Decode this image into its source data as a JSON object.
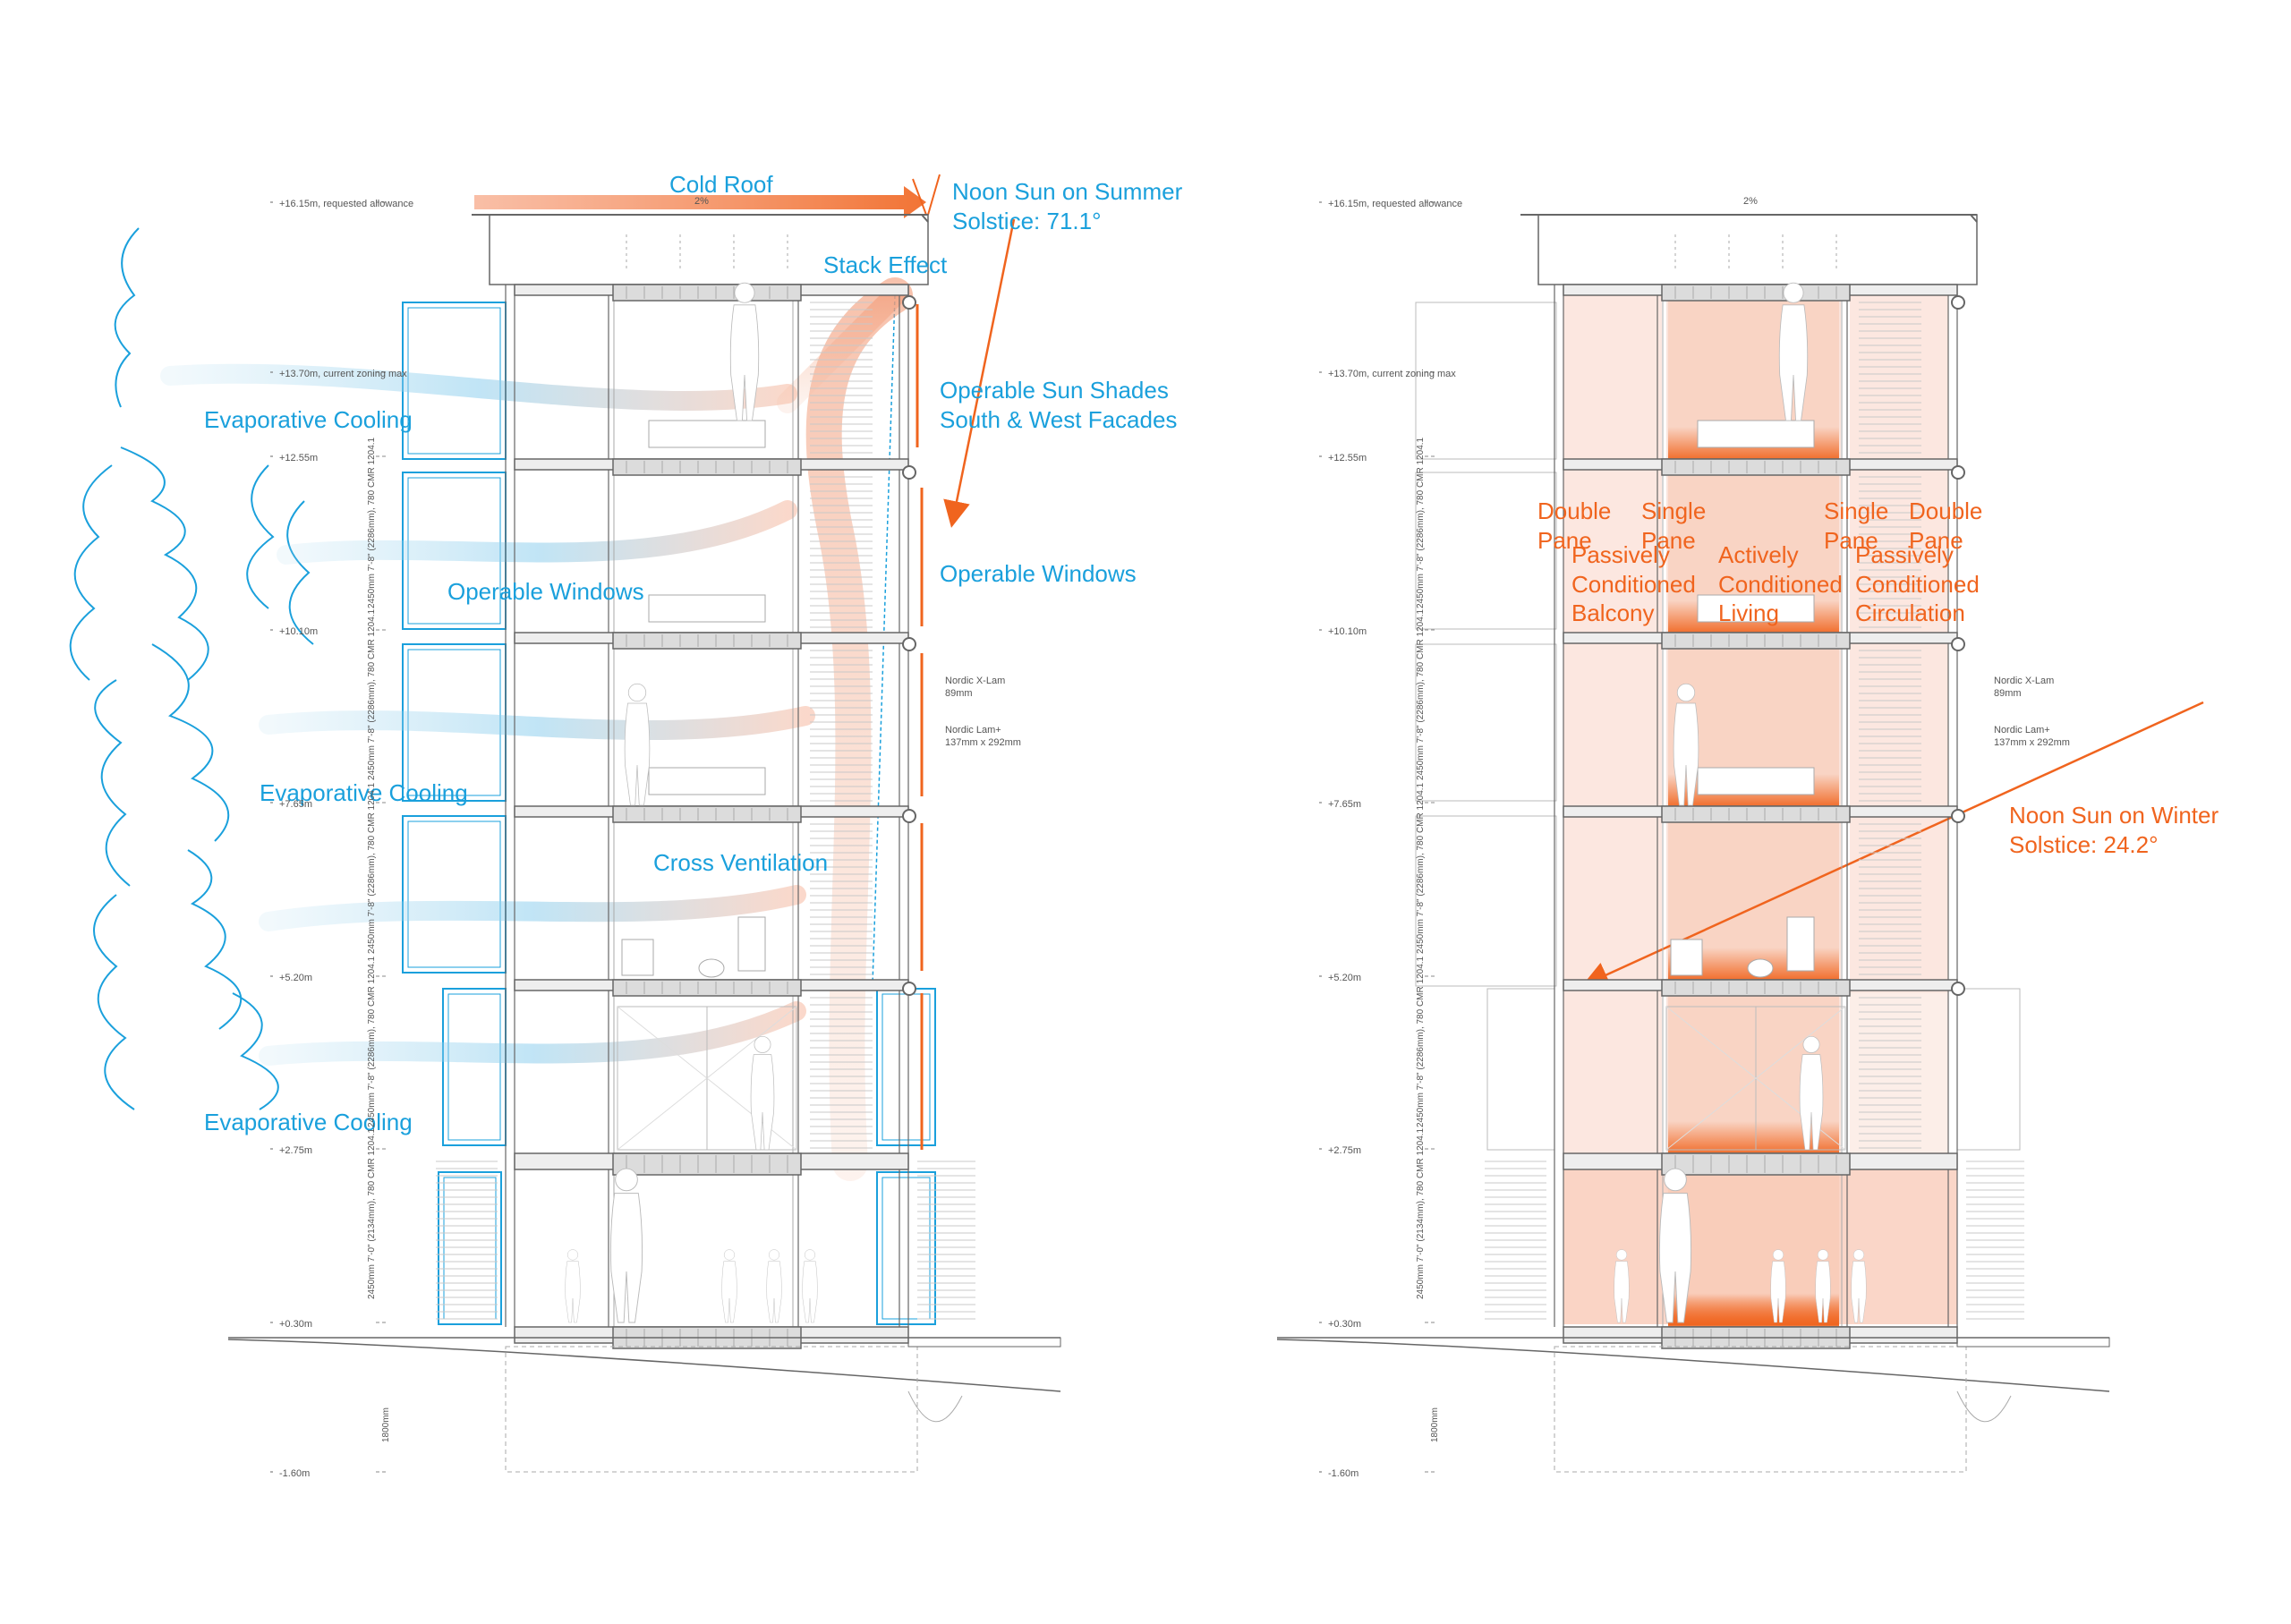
{
  "left_section": {
    "labels": {
      "cold_roof": "Cold Roof",
      "noon_sun_summer": "Noon Sun on Summer\nSolstice: 71.1°",
      "stack_effect": "Stack Effect",
      "operable_sun_shades": "Operable Sun Shades\nSouth & West Facades",
      "evaporative_cooling_1": "Evaporative Cooling",
      "operable_windows_left": "Operable Windows",
      "operable_windows_right": "Operable Windows",
      "evaporative_cooling_2": "Evaporative Cooling",
      "cross_ventilation": "Cross Ventilation",
      "evaporative_cooling_3": "Evaporative Cooling"
    },
    "roof_slope": "2%"
  },
  "right_section": {
    "labels": {
      "double_pane_left": "Double\nPane",
      "single_pane_left": "Single\nPane",
      "single_pane_right": "Single\nPane",
      "double_pane_right": "Double\nPane",
      "passively_conditioned_balcony": "Passively\nConditioned\nBalcony",
      "actively_conditioned_living": "Actively\nConditioned\nLiving",
      "passively_conditioned_circulation": "Passively\nConditioned\nCirculation",
      "noon_sun_winter": "Noon Sun on Winter\nSolstice: 24.2°"
    },
    "roof_slope": "2%"
  },
  "level_marks": [
    "+16.15m, requested allowance",
    "+13.70m, current zoning max",
    "+12.55m",
    "+10.10m",
    "+7.65m",
    "+5.20m",
    "+2.75m",
    "+0.30m",
    "-1.60m"
  ],
  "floor_heights": [
    "2450mm\n7'-8\" (2286mm), 780 CMR 1204.1",
    "2450mm\n7'-8\" (2286mm), 780 CMR 1204.1",
    "2450mm\n7'-8\" (2286mm), 780 CMR 1204.1",
    "2450mm\n7'-8\" (2286mm), 780 CMR 1204.1",
    "2450mm\n7'-0\" (2134mm), 780 CMR 1204.1"
  ],
  "foundation_height": "1800mm",
  "material_notes": {
    "xlam": "Nordic X-Lam\n89mm",
    "lam": "Nordic Lam+\n137mm x 292mm"
  },
  "colors": {
    "blue": "#1aa0dc",
    "orange": "#f0641e",
    "pink": "#fbe3da"
  }
}
